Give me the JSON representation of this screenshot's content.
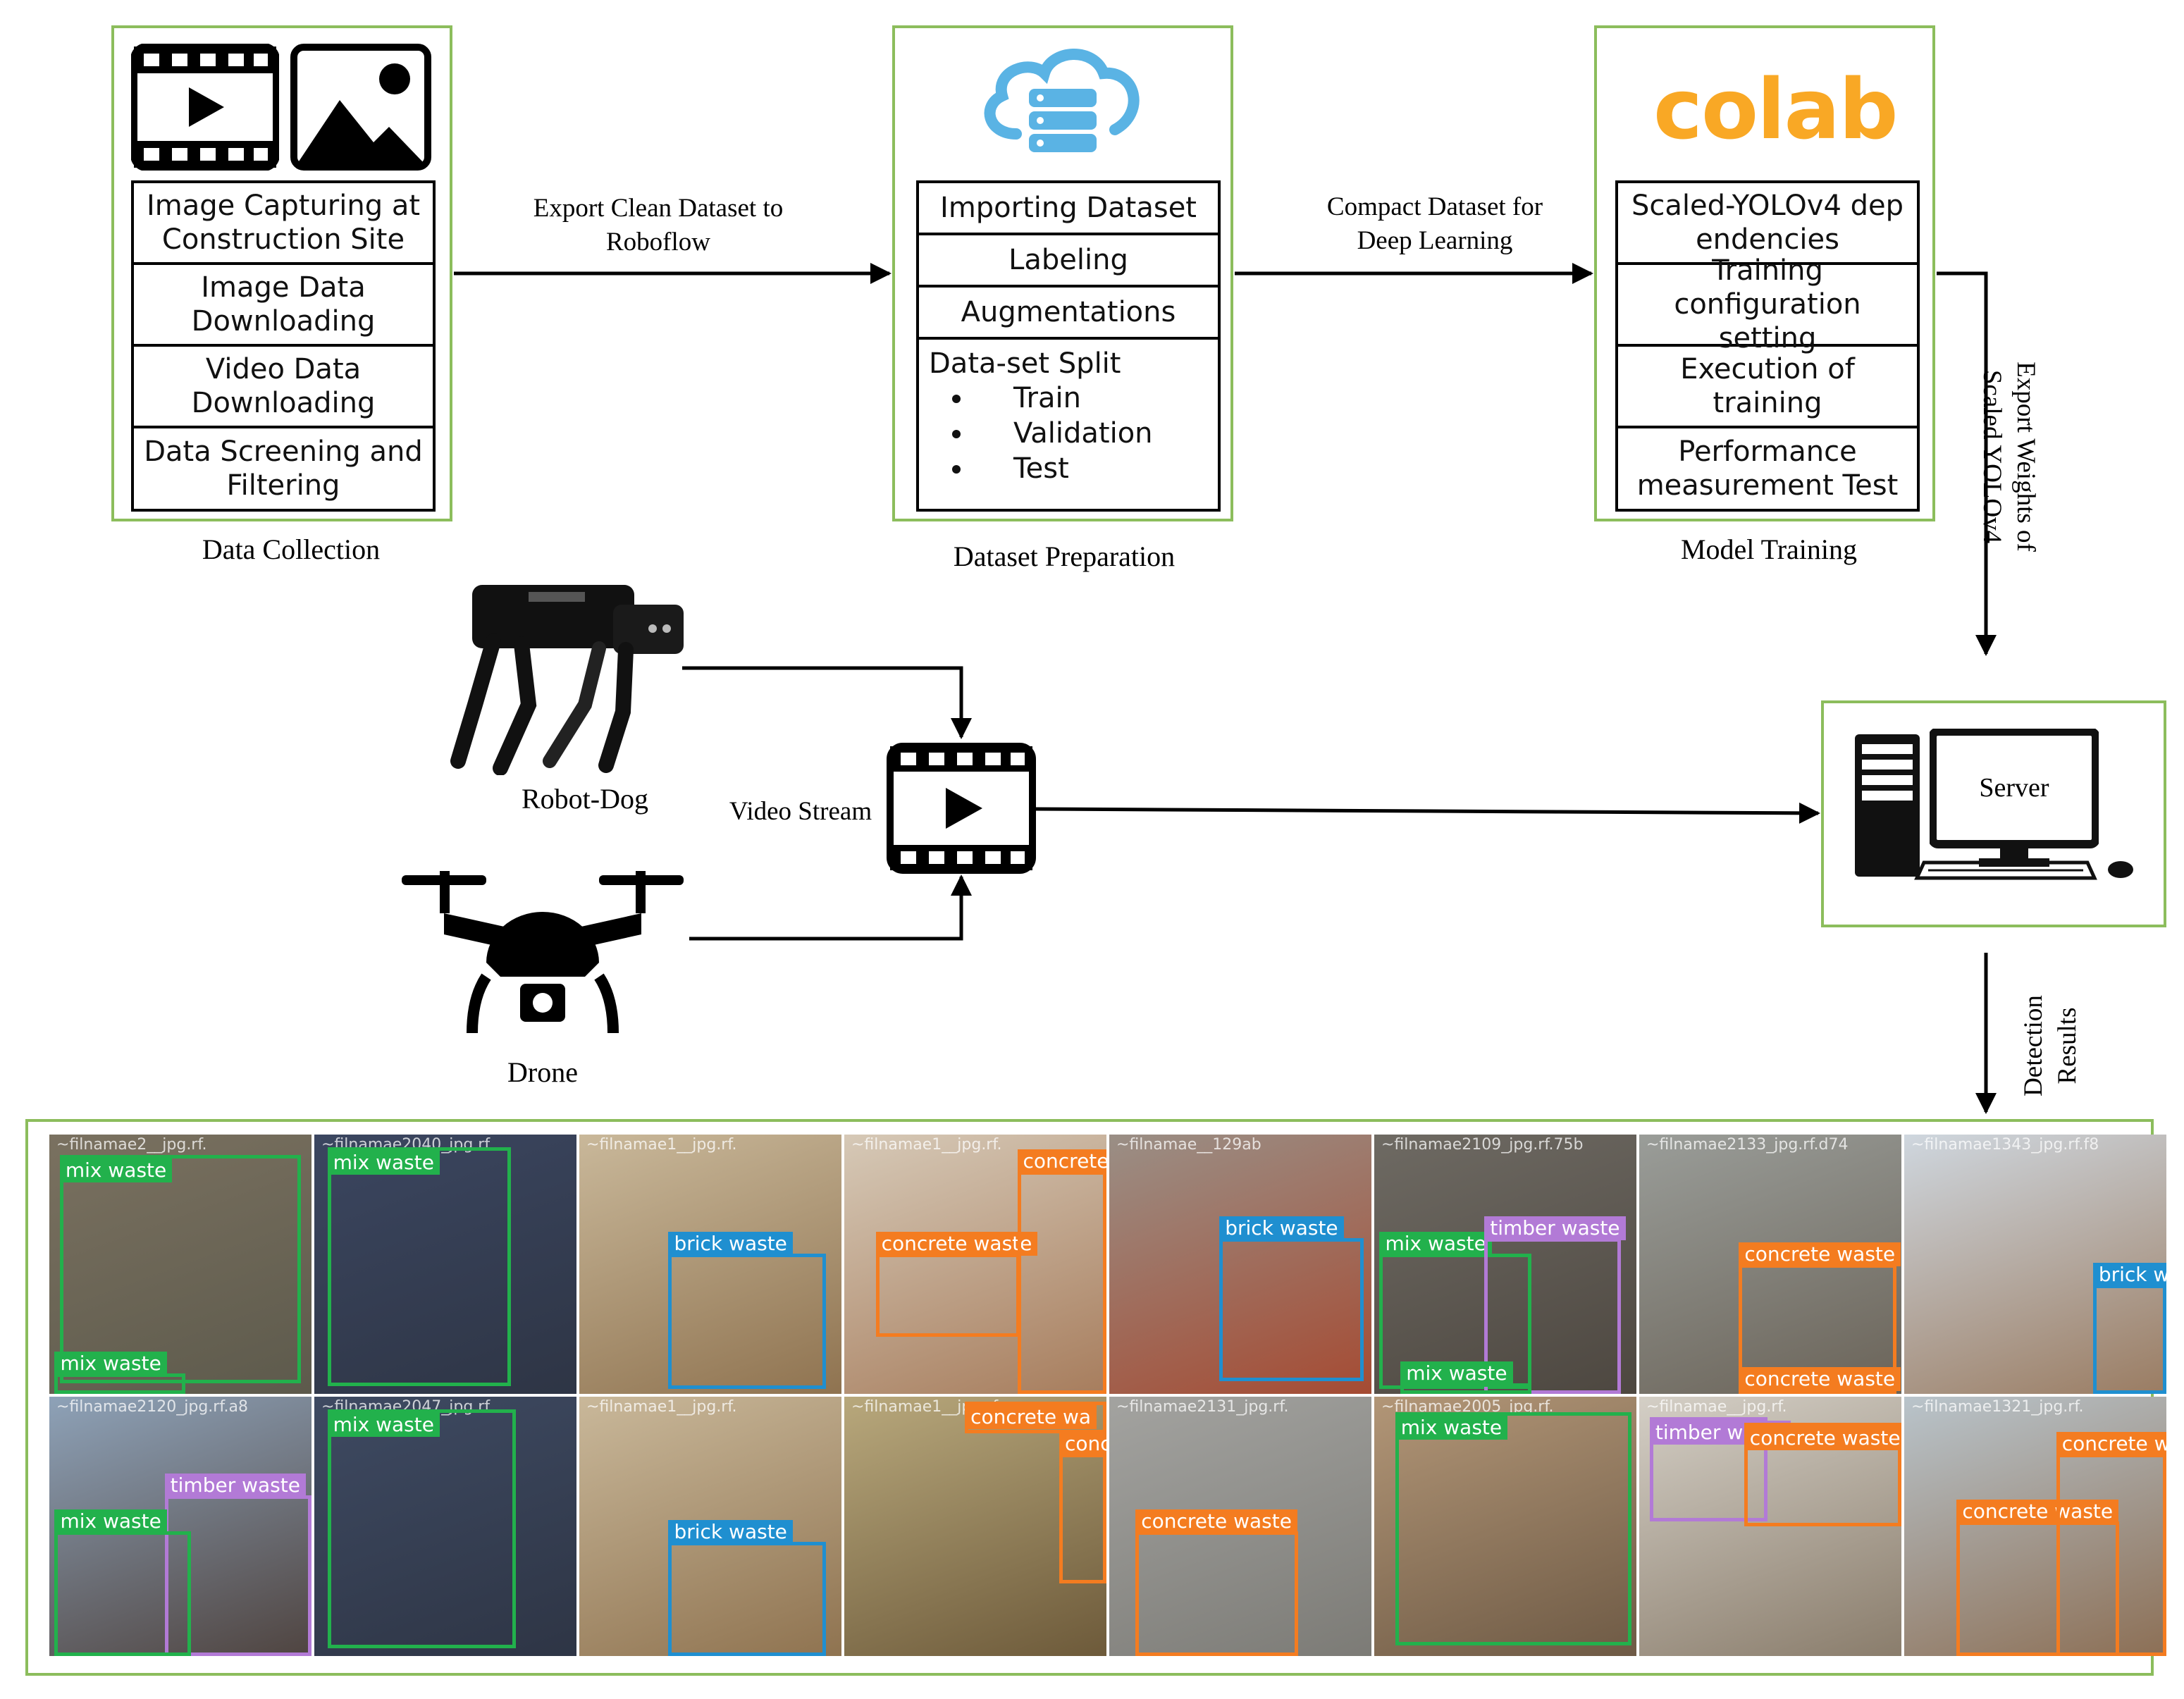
{
  "colors": {
    "frame_green": "#8cbd5c",
    "cloud_blue": "#5ab3e4",
    "colab_orange": "#f9a825",
    "colab_yellow": "#fbc02d",
    "label_green": "#22b14c",
    "label_blue": "#1f8fd0",
    "label_orange": "#f47c20",
    "label_purple": "#b27ad6"
  },
  "data_collection": {
    "icons": [
      "video-file-icon",
      "image-icon"
    ],
    "steps": [
      "Image Capturing at Construction Site",
      "Image Data Downloading",
      "Video Data Downloading",
      "Data Screening and Filtering"
    ],
    "caption": "Data Collection"
  },
  "dataset_preparation": {
    "icon": "cloud-database-icon",
    "steps": [
      "Importing Dataset",
      "Labeling",
      "Augmentations"
    ],
    "split_title": "Data-set Split",
    "split_items": [
      "Train",
      "Validation",
      "Test"
    ],
    "caption": "Dataset Preparation"
  },
  "model_training": {
    "logo_text": "colab",
    "steps": [
      "Scaled-YOLOv4 dep endencies",
      "Training configuration setting",
      "Execution of training",
      "Performance measurement Test"
    ],
    "caption": "Model Training"
  },
  "arrows": {
    "export_clean": "Export Clean Dataset to Roboflow",
    "compact_dataset": "Compact Dataset for Deep Learning",
    "export_weights": "Export Weights of Scaled YOLOv4",
    "video_stream": "Video Stream",
    "detection_results": "Detection Results"
  },
  "sources": {
    "robot_dog": "Robot-Dog",
    "drone": "Drone"
  },
  "server": {
    "label": "Server"
  },
  "results": {
    "tiles": [
      {
        "filename": "~filnamae2__jpg.rf.",
        "bg": [
          "#7a7160",
          "#5d5a4c"
        ],
        "boxes": [
          {
            "label": "mix waste",
            "color": "label_green"
          },
          {
            "label": "mix waste",
            "color": "label_green"
          }
        ]
      },
      {
        "filename": "~filnamae2040_jpg.rf.",
        "bg": [
          "#3b4660",
          "#2e3545"
        ],
        "boxes": [
          {
            "label": "mix waste",
            "color": "label_green"
          }
        ]
      },
      {
        "filename": "~filnamae1__jpg.rf.",
        "bg": [
          "#c9b89a",
          "#8f7350"
        ],
        "boxes": [
          {
            "label": "brick waste",
            "color": "label_blue"
          }
        ]
      },
      {
        "filename": "~filnamae1__jpg.rf.",
        "bg": [
          "#d6c9b7",
          "#a77d5d"
        ],
        "boxes": [
          {
            "label": "concrete waste",
            "color": "label_orange"
          },
          {
            "label": "concrete",
            "color": "label_orange"
          }
        ]
      },
      {
        "filename": "~filnamae__129ab",
        "bg": [
          "#9a8f86",
          "#a54b33"
        ],
        "boxes": [
          {
            "label": "brick waste",
            "color": "label_blue"
          }
        ]
      },
      {
        "filename": "~filnamae2109_jpg.rf.75b",
        "bg": [
          "#6e6a63",
          "#4d4740"
        ],
        "boxes": [
          {
            "label": "mix waste",
            "color": "label_green"
          },
          {
            "label": "timber waste",
            "color": "label_purple"
          },
          {
            "label": "mix waste",
            "color": "label_green"
          }
        ]
      },
      {
        "filename": "~filnamae2133_jpg.rf.d74",
        "bg": [
          "#9a9d99",
          "#6a6358"
        ],
        "boxes": [
          {
            "label": "concrete waste",
            "color": "label_orange"
          },
          {
            "label": "concrete waste",
            "color": "label_orange"
          }
        ]
      },
      {
        "filename": "~filnamae1343_jpg.rf.f8",
        "bg": [
          "#cfd7df",
          "#9a7c62"
        ],
        "boxes": [
          {
            "label": "brick w",
            "color": "label_blue"
          }
        ]
      },
      {
        "filename": "~filnamae2120_jpg.rf.a8",
        "bg": [
          "#8ea2b8",
          "#4f4440"
        ],
        "boxes": [
          {
            "label": "timber waste",
            "color": "label_purple"
          },
          {
            "label": "mix waste",
            "color": "label_green"
          }
        ]
      },
      {
        "filename": "~filnamae2047_jpg.rf.",
        "bg": [
          "#3e4a62",
          "#2e3545"
        ],
        "boxes": [
          {
            "label": "mix waste",
            "color": "label_green"
          }
        ]
      },
      {
        "filename": "~filnamae1__jpg.rf.",
        "bg": [
          "#c9b89a",
          "#8f7350"
        ],
        "boxes": [
          {
            "label": "brick waste",
            "color": "label_blue"
          }
        ]
      },
      {
        "filename": "~filnamae1__jpg.rf.",
        "bg": [
          "#b8a87c",
          "#6d5a3a"
        ],
        "boxes": [
          {
            "label": "concr",
            "color": "label_orange"
          },
          {
            "label": "concrete wa",
            "color": "label_orange"
          }
        ]
      },
      {
        "filename": "~filnamae2131_jpg.rf.",
        "bg": [
          "#a3a3a0",
          "#7c7b76"
        ],
        "boxes": [
          {
            "label": "concrete waste",
            "color": "label_orange"
          }
        ]
      },
      {
        "filename": "~filnamae2005_jpg.rf.",
        "bg": [
          "#b29677",
          "#6e5a45"
        ],
        "boxes": [
          {
            "label": "mix waste",
            "color": "label_green"
          }
        ]
      },
      {
        "filename": "~filnamae__jpg.rf.",
        "bg": [
          "#d4cfc6",
          "#8a7d6c"
        ],
        "boxes": [
          {
            "label": "timber waste",
            "color": "label_purple"
          },
          {
            "label": "concrete waste",
            "color": "label_orange"
          }
        ]
      },
      {
        "filename": "~filnamae1321_jpg.rf.",
        "bg": [
          "#b9c4cb",
          "#8c6f55"
        ],
        "boxes": [
          {
            "label": "concrete waste",
            "color": "label_orange"
          },
          {
            "label": "concrete wa",
            "color": "label_orange"
          }
        ]
      }
    ]
  }
}
